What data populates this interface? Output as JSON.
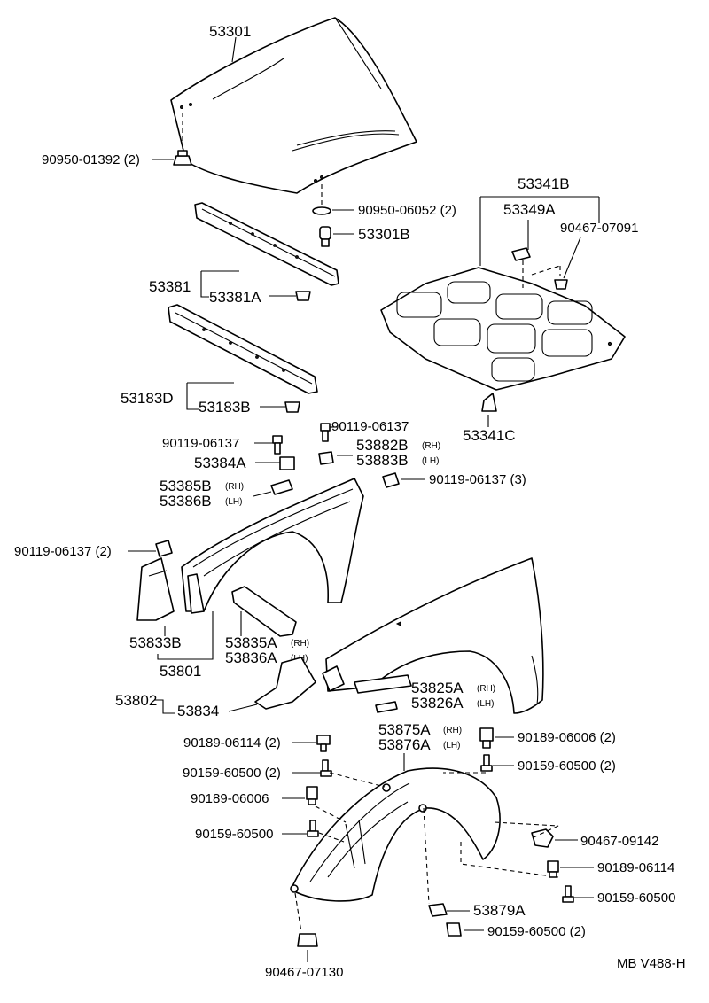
{
  "labels": {
    "p53301": "53301",
    "p90950_01392": "90950-01392 (2)",
    "p90950_06052": "90950-06052 (2)",
    "p53301B": "53301B",
    "p53381": "53381",
    "p53381A": "53381A",
    "p53183D": "53183D",
    "p53183B": "53183B",
    "p53341B": "53341B",
    "p53349A": "53349A",
    "p90467_07091": "90467-07091",
    "p53341C": "53341C",
    "p90119_06137_a": "90119-06137",
    "p90119_06137_b": "90119-06137",
    "p53882B": "53882B",
    "p53883B": "53883B",
    "p53384A": "53384A",
    "p53385B": "53385B",
    "p53386B": "53386B",
    "p90119_06137_3": "90119-06137 (3)",
    "p90119_06137_2": "90119-06137 (2)",
    "p53833B": "53833B",
    "p53835A": "53835A",
    "p53836A": "53836A",
    "p53801": "53801",
    "p53802": "53802",
    "p53834": "53834",
    "p53825A": "53825A",
    "p53826A": "53826A",
    "p53875A": "53875A",
    "p53876A": "53876A",
    "p90189_06114_2": "90189-06114 (2)",
    "p90159_60500_2a": "90159-60500 (2)",
    "p90189_06006": "90189-06006",
    "p90159_60500_a": "90159-60500",
    "p90189_06006_2": "90189-06006 (2)",
    "p90159_60500_2b": "90159-60500 (2)",
    "p90467_09142": "90467-09142",
    "p90189_06114": "90189-06114",
    "p90159_60500_b": "90159-60500",
    "p53879A": "53879A",
    "p90159_60500_2c": "90159-60500 (2)",
    "p90467_07130": "90467-07130",
    "code": "MB V488-H"
  },
  "sides": {
    "rh": "(RH)",
    "lh": "(LH)"
  }
}
